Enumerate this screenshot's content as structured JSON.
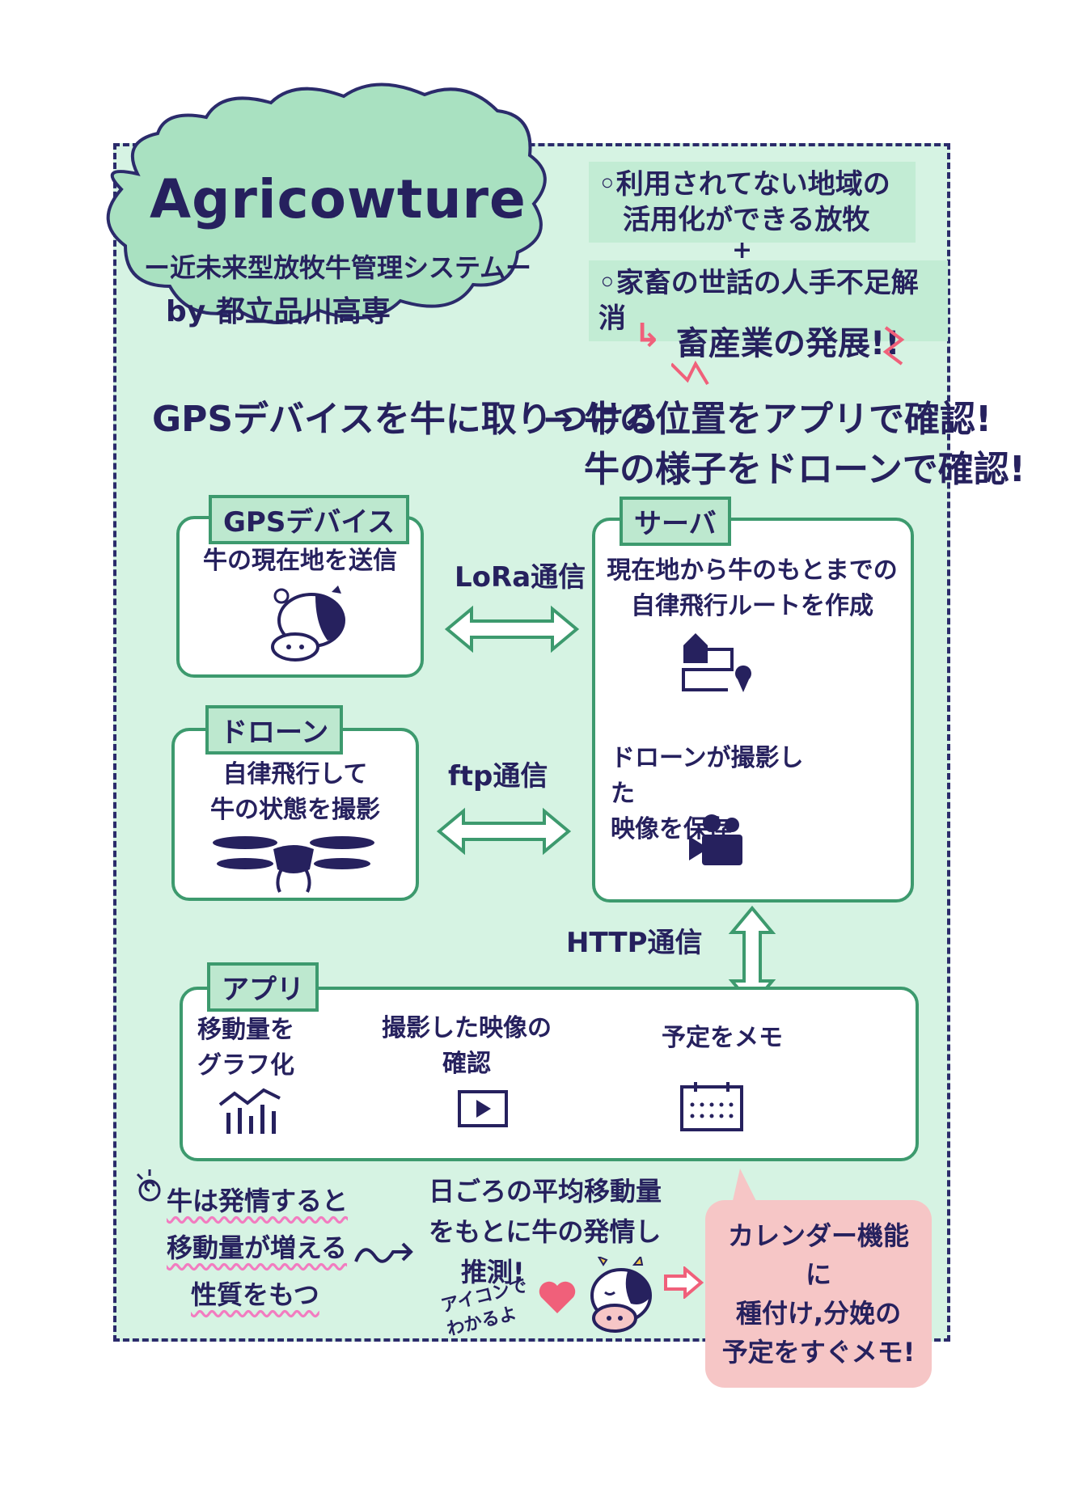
{
  "header": {
    "title": "Agricowture",
    "subtitle": "ー近未来型放牧牛管理システムー",
    "byline": "by 都立品川高専"
  },
  "benefits": {
    "item1_line1": "◦利用されてない地域の",
    "item1_line2": "活用化ができる放牧",
    "plus": "+",
    "item2": "◦家畜の世話の人手不足解消",
    "result_arrow": "↳",
    "result": "畜産業の発展!!"
  },
  "flow": {
    "line1_left": "GPSデバイスを牛に取りつける",
    "arrow": "→",
    "line1_right": "牛の位置をアプリで確認!",
    "line2": "牛の様子をドローンで確認!"
  },
  "gps_box": {
    "tag": "GPSデバイス",
    "text": "牛の現在地を送信"
  },
  "drone_box": {
    "tag": "ドローン",
    "text_line1": "自律飛行して",
    "text_line2": "牛の状態を撮影"
  },
  "server_box": {
    "tag": "サーバ",
    "text1_line1": "現在地から牛のもとまでの",
    "text1_line2": "自律飛行ルートを作成",
    "text2_line1": "ドローンが撮影した",
    "text2_line2": "映像を保存"
  },
  "links": {
    "lora": "LoRa通信",
    "ftp": "ftp通信",
    "http": "HTTP通信"
  },
  "app_box": {
    "tag": "アプリ",
    "feature1_line1": "移動量を",
    "feature1_line2": "グラフ化",
    "feature2_line1": "撮影した映像の",
    "feature2_line2": "確認",
    "feature3": "予定をメモ"
  },
  "bottom": {
    "fact_line1": "牛は発情すると",
    "fact_line2": "移動量が増える",
    "fact_line3": "性質をもつ",
    "infer_line1": "日ごろの平均移動量",
    "infer_line2": "をもとに牛の発情し",
    "infer_line3": "推測!",
    "icon_note_line1": "アイコンで",
    "icon_note_line2": "わかるよ",
    "calendar_line1": "カレンダー機能に",
    "calendar_line2": "種付け,分娩の",
    "calendar_line3": "予定をすぐメモ!"
  },
  "colors": {
    "background": "#d6f3e3",
    "border": "#2b2b6b",
    "box_border": "#3d9a6e",
    "tag_fill": "#bde8cf",
    "ink": "#26215e",
    "pink": "#f6c6c6",
    "accent": "#f0607a"
  },
  "icons": [
    "cow-icon",
    "route-icon",
    "camera-icon",
    "drone-icon",
    "bar-chart-icon",
    "play-icon",
    "calendar-icon",
    "heart-icon",
    "cow-face-icon",
    "idea-icon"
  ]
}
